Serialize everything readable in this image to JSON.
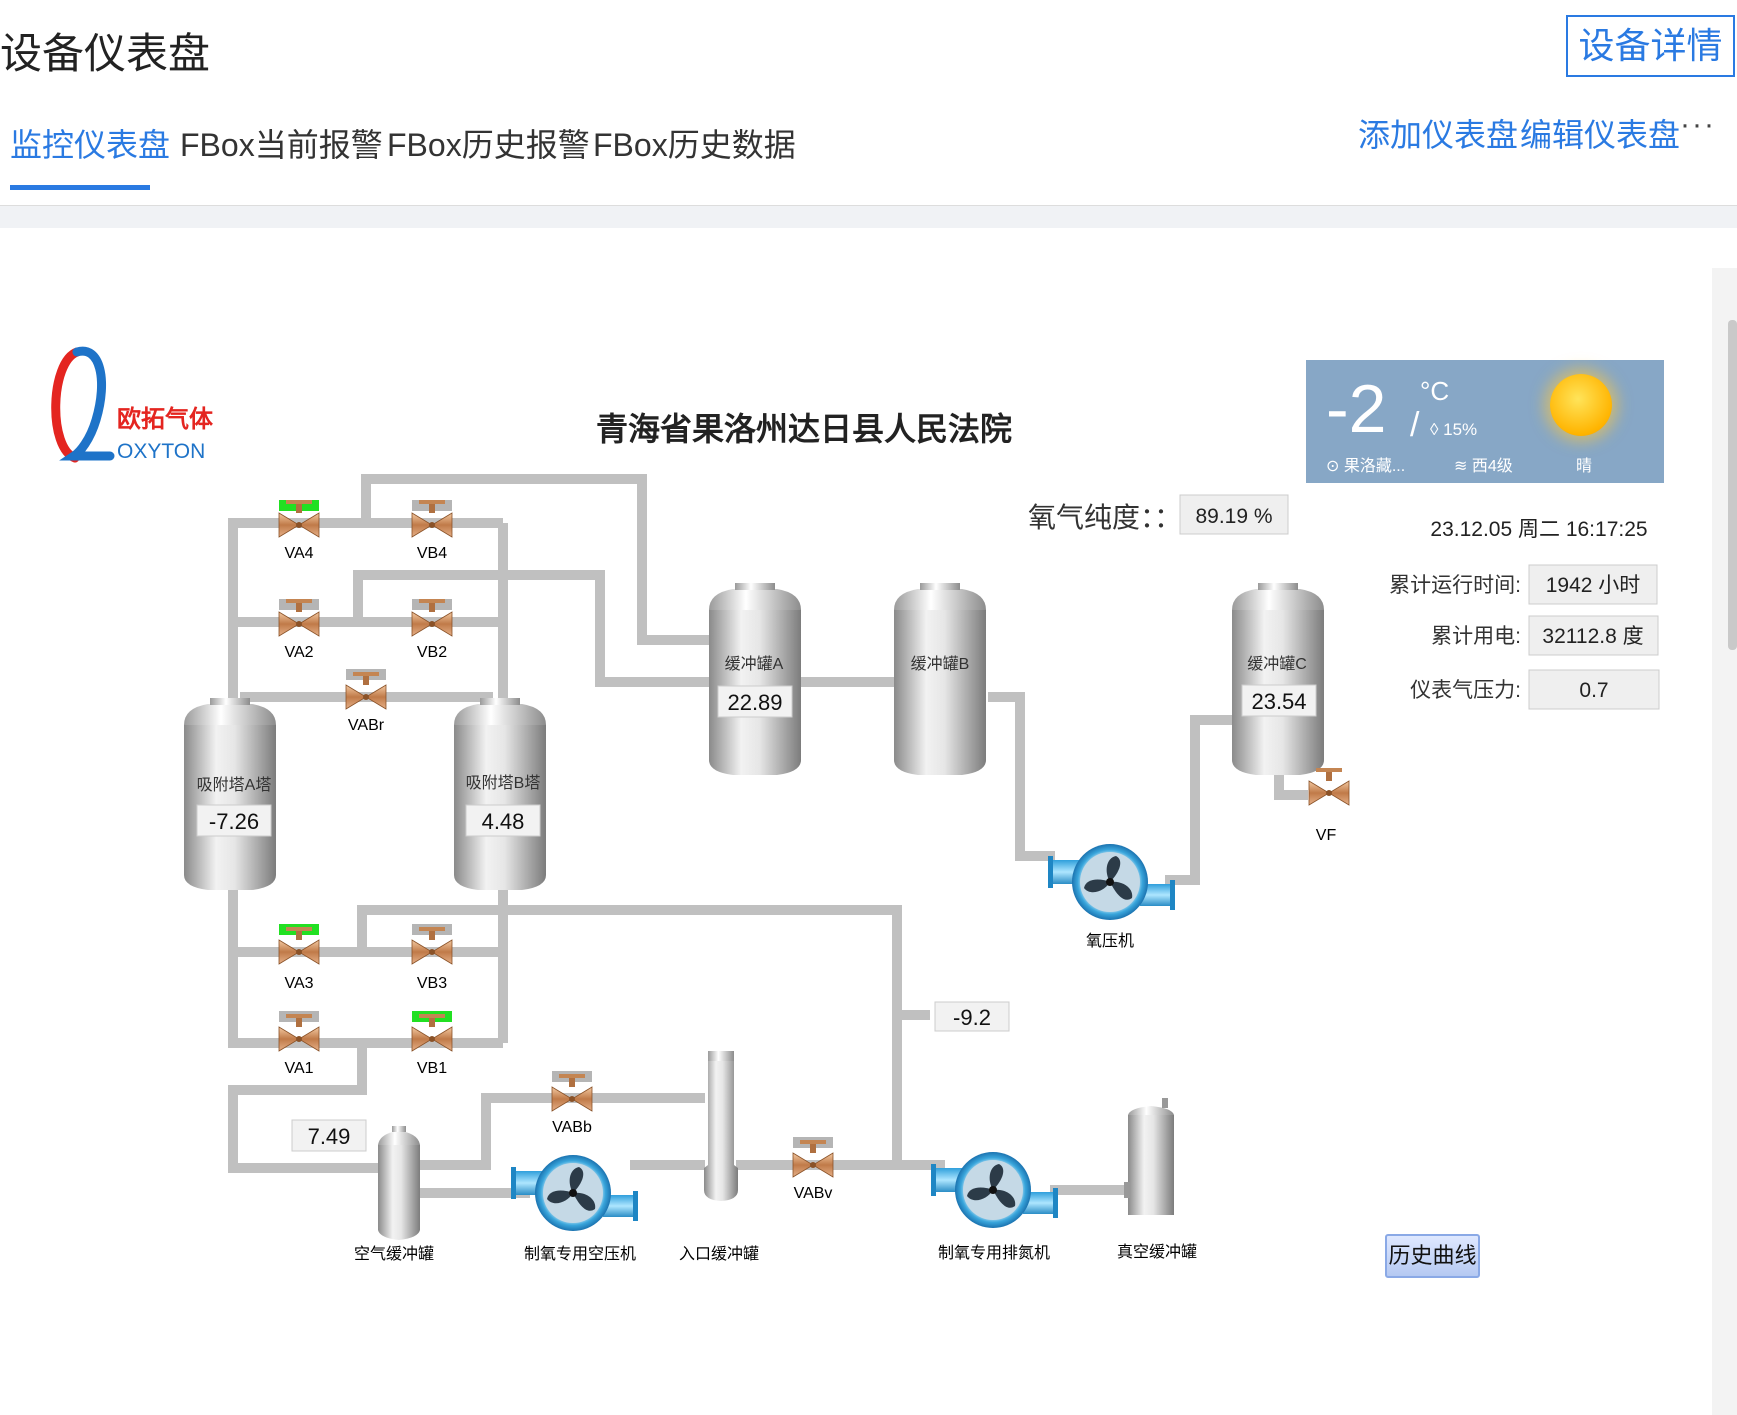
{
  "header": {
    "title": "设备仪表盘",
    "detail_button": "设备详情",
    "tabs": [
      {
        "label": "监控仪表盘",
        "active": true
      },
      {
        "label": "FBox当前报警",
        "active": false
      },
      {
        "label": "FBox历史报警",
        "active": false
      },
      {
        "label": "FBox历史数据",
        "active": false
      }
    ],
    "actions": {
      "add": "添加仪表盘",
      "edit": "编辑仪表盘",
      "more": "···"
    }
  },
  "dashboard": {
    "title": "青海省果洛州达日县人民法院",
    "logo": {
      "cn": "欧拓气体",
      "en": "OXYTON"
    },
    "oxygen_purity": {
      "label": "氧气纯度：：",
      "value": "89.19 %"
    },
    "datetime": "23.12.05 周二 16:17:25",
    "stats": [
      {
        "label": "累计运行时间:",
        "value": "1942 小时"
      },
      {
        "label": "累计用电:",
        "value": "32112.8 度"
      },
      {
        "label": "仪表气压力:",
        "value": "0.7"
      }
    ],
    "weather": {
      "temp": "-2",
      "unit": "°C",
      "humidity": "15%",
      "location": "果洛藏...",
      "wind": "西4级",
      "condition": "晴"
    },
    "towers": {
      "a": {
        "name": "吸附塔A塔",
        "value": "-7.26"
      },
      "b": {
        "name": "吸附塔B塔",
        "value": "4.48"
      }
    },
    "tanks": {
      "a": {
        "name": "缓冲罐A",
        "value": "22.89"
      },
      "b": {
        "name": "缓冲罐B"
      },
      "c": {
        "name": "缓冲罐C",
        "value": "23.54"
      }
    },
    "valves": {
      "va4": "VA4",
      "vb4": "VB4",
      "va2": "VA2",
      "vb2": "VB2",
      "vabr": "VABr",
      "va3": "VA3",
      "vb3": "VB3",
      "va1": "VA1",
      "vb1": "VB1",
      "vabb": "VABb",
      "vabv": "VABv",
      "vf": "VF"
    },
    "readings": {
      "vacuum": "-9.2",
      "air": "7.49"
    },
    "equipment": {
      "oxygen_compressor": "氧压机",
      "air_tank": "空气缓冲罐",
      "air_compressor": "制氧专用空压机",
      "inlet_tank": "入口缓冲罐",
      "exhaust_fan": "制氧专用排氮机",
      "vacuum_tank": "真空缓冲罐"
    },
    "history_button": "历史曲线",
    "colors": {
      "valve_open": "#22e022",
      "valve_closed": "#b5b5b5",
      "pipe": "#c0c0c0",
      "accent": "#2a7ae2"
    }
  }
}
